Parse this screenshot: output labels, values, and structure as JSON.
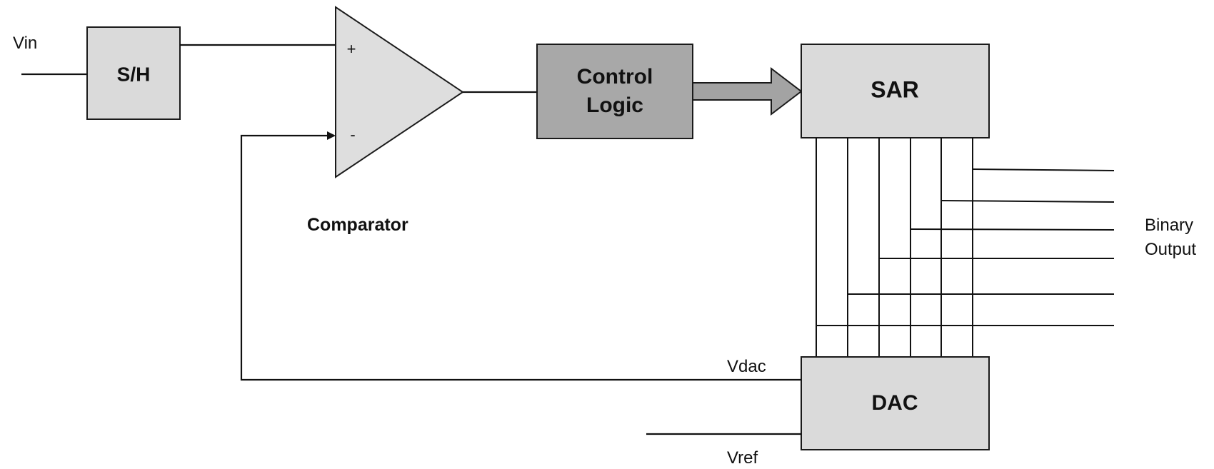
{
  "diagram": {
    "blocks": {
      "sample_hold": {
        "label": "S/H"
      },
      "control_logic": {
        "label_lines": [
          "Control",
          "Logic"
        ]
      },
      "sar": {
        "label": "SAR"
      },
      "dac": {
        "label": "DAC"
      }
    },
    "comparator": {
      "label": "Comparator",
      "plus_sign": "+",
      "minus_sign": "-"
    },
    "signals": {
      "vin": "Vin",
      "vdac": "Vdac",
      "vref": "Vref"
    },
    "output": {
      "label_lines": [
        "Binary",
        "Output"
      ]
    },
    "colors": {
      "light_block": "#dadada",
      "dark_block": "#a8a8a8",
      "comparator_fill": "#dedede",
      "arrow_fill": "#a3a3a3",
      "line": "#111111"
    }
  }
}
